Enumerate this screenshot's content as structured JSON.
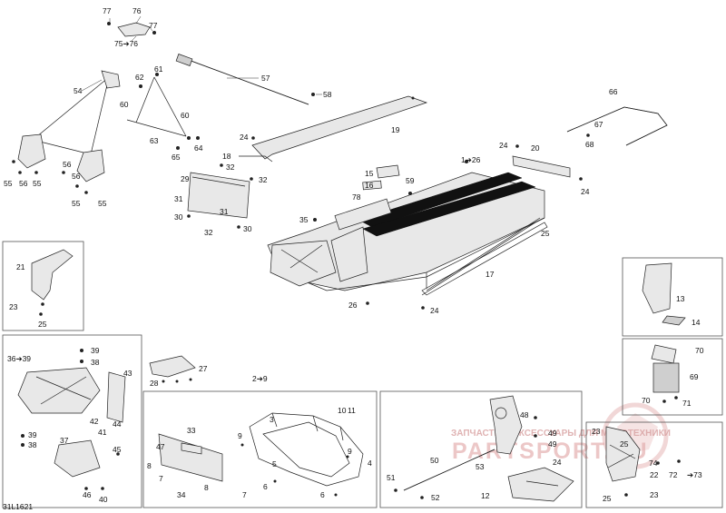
{
  "diagram_code": "31L1621",
  "watermark": {
    "line1": "ЗАПЧАСТИ И АКСЕССУАРЫ ДЛЯ МОТОТЕХНИКИ",
    "line2": "PARTSPORT.RU",
    "color_text": "#d8a0a0",
    "color_logo": "#e7b7b7"
  },
  "callouts": {
    "c77a": "77",
    "c76": "76",
    "c77b": "77",
    "c75": "75➔76",
    "c57": "57",
    "c58": "58",
    "c54": "54",
    "c61": "61",
    "c62": "62",
    "c60a": "60",
    "c60b": "60",
    "c63": "63",
    "c64": "64",
    "c65": "65",
    "c55a": "55",
    "c56a": "56",
    "c55b": "55",
    "c56b": "56",
    "c56c": "56",
    "c55c": "55",
    "c55d": "55",
    "c19": "19",
    "c24a": "24",
    "c18": "18",
    "c32a": "32",
    "c29": "29",
    "c32b": "32",
    "c31a": "31",
    "c31b": "31",
    "c30a": "30",
    "c30b": "30",
    "c32c": "32",
    "c1": "1➔26",
    "c15": "15",
    "c16": "16",
    "c59": "59",
    "c78": "78",
    "c35": "35",
    "c20": "20",
    "c24b": "24",
    "c24c": "24",
    "c66": "66",
    "c67": "67",
    "c68": "68",
    "c25a": "25",
    "c17": "17",
    "c26": "26",
    "c24d": "24",
    "c21": "21",
    "c23a": "23",
    "c25b": "25",
    "c13": "13",
    "c14": "14",
    "c36": "36➔39",
    "c39a": "39",
    "c38a": "38",
    "c43": "43",
    "c42": "42",
    "c44": "44",
    "c41": "41",
    "c39b": "39",
    "c38b": "38",
    "c37": "37",
    "c45": "45",
    "c46": "46",
    "c40": "40",
    "c27": "27",
    "c28": "28",
    "c2": "2➔9",
    "c3": "3",
    "c10": "10",
    "c11": "11",
    "c33": "33",
    "c47": "47",
    "c9a": "9",
    "c9b": "9",
    "c5": "5",
    "c4": "4",
    "c8a": "8",
    "c7a": "7",
    "c34": "34",
    "c8b": "8",
    "c7b": "7",
    "c6a": "6",
    "c6b": "6",
    "c48": "48",
    "c49a": "49",
    "c49b": "49",
    "c50": "50",
    "c53": "53",
    "c24e": "24",
    "c51": "51",
    "c52": "52",
    "c12": "12",
    "c70a": "70",
    "c69": "69",
    "c70b": "70",
    "c71": "71",
    "c23b": "23",
    "c25c": "25",
    "c74": "74",
    "c22": "22",
    "c72": "72",
    "c73": "➔73",
    "c25d": "25",
    "c23c": "23"
  }
}
